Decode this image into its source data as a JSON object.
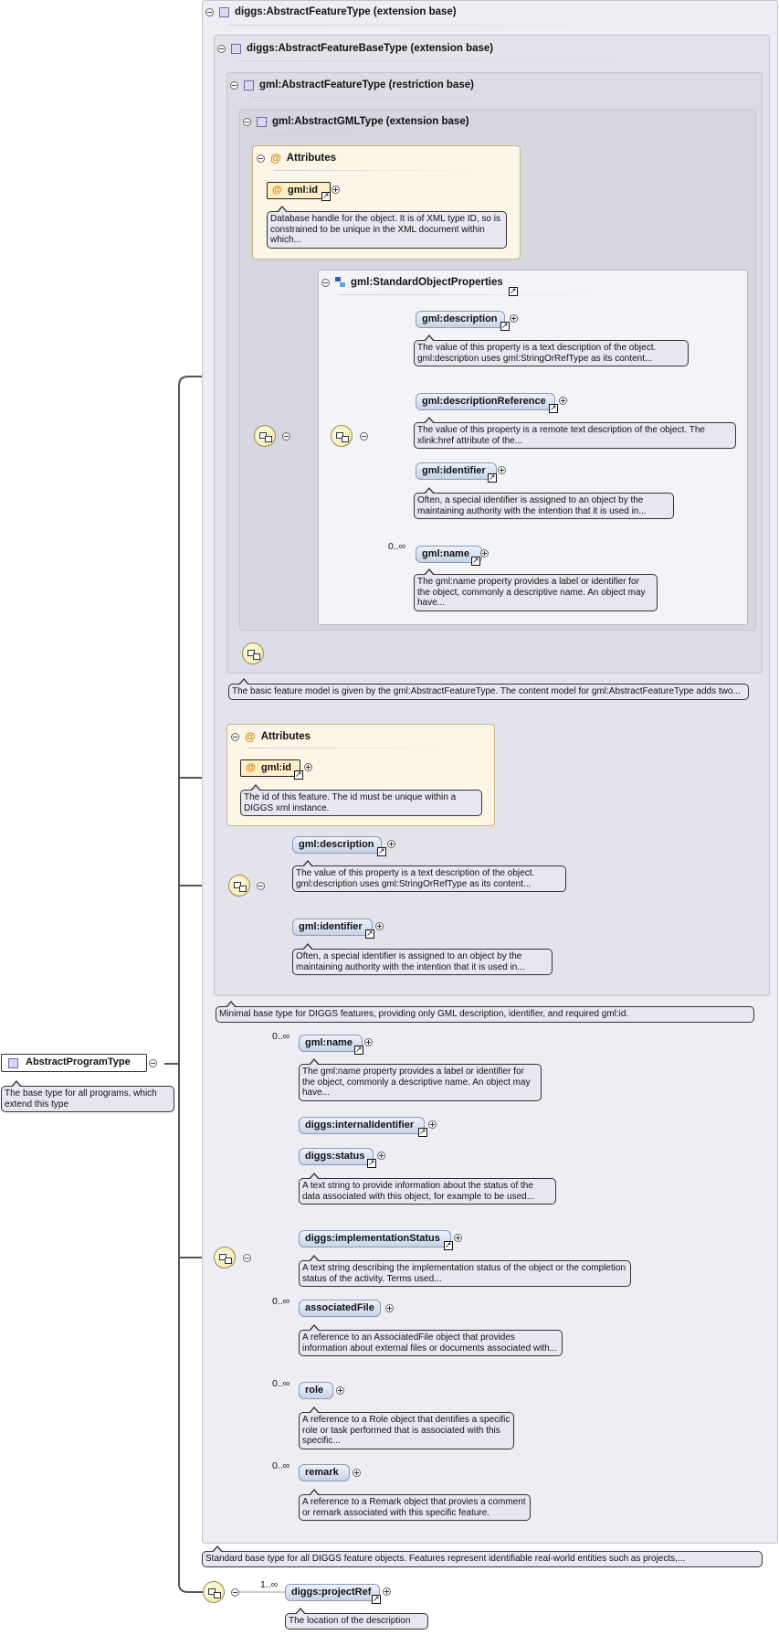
{
  "headers": {
    "feature_ext": "diggs:AbstractFeatureType (extension base)",
    "featurebase_ext": "diggs:AbstractFeatureBaseType (extension base)",
    "gmlfeature_restr": "gml:AbstractFeatureType (restriction base)",
    "gmltype_ext": "gml:AbstractGMLType (extension base)",
    "attributes": "Attributes",
    "std_props": "gml:StandardObjectProperties"
  },
  "attrs_a": {
    "id_label": "gml:id",
    "id_doc": "Database handle for the object. It is of XML type ID, so is constrained to be unique in the XML document within which..."
  },
  "std_elements": [
    {
      "label": "gml:description",
      "doc": "The value of this property is a text description of the object. gml:description uses gml:StringOrRefType as its content..."
    },
    {
      "label": "gml:descriptionReference",
      "doc": "The value of this property is a remote text description of the object. The xlink:href attribute of the..."
    },
    {
      "label": "gml:identifier",
      "doc": "Often, a special identifier is assigned to an object by the maintaining authority with the intention that it is used in..."
    },
    {
      "label": "gml:name",
      "card": "0..∞",
      "doc": "The gml:name property provides a label or identifier for the object, commonly a descriptive name. An object may have..."
    }
  ],
  "gmlfeature_doc": "The basic feature model is given by the gml:AbstractFeatureType. The content model for gml:AbstractFeatureType adds two...",
  "attrs_b": {
    "id_label": "gml:id",
    "id_doc": "The id of this feature. The id must be unique within a DIGGS xml instance."
  },
  "base_elements": [
    {
      "label": "gml:description",
      "doc": "The value of this property is a text description of the object. gml:description uses gml:StringOrRefType as its content..."
    },
    {
      "label": "gml:identifier",
      "doc": "Often, a special identifier is assigned to an object by the maintaining authority with the intention that it is used in..."
    }
  ],
  "featurebase_doc": "Minimal base type for DIGGS features, providing only GML description, identifier, and required gml:id.",
  "feature_elements": [
    {
      "label": "gml:name",
      "card": "0..∞",
      "doc": "The gml:name property provides a label or identifier for the object, commonly a descriptive name. An object may have..."
    },
    {
      "label": "diggs:internalIdentifier"
    },
    {
      "label": "diggs:status",
      "doc": "A text string to provide information about the status of the data associated with this object, for example to be used..."
    },
    {
      "label": "diggs:implementationStatus",
      "doc": "A text string describing the implementation status of the object or the completion status of the activity. Terms used..."
    },
    {
      "label": "associatedFile",
      "card": "0..∞",
      "doc": "A reference to an AssociatedFile object that provides information about external files or documents associated with..."
    },
    {
      "label": "role",
      "card": "0..∞",
      "doc": "A reference to a Role object that dentifies a specific role or task performed that is associated with this specific..."
    },
    {
      "label": "remark",
      "card": "0..∞",
      "doc": "A reference to a Remark object that provies a comment or remark associated with this specific feature."
    }
  ],
  "feature_doc": "Standard base type for all DIGGS feature objects. Features represent identifiable real-world entities such as projects,...",
  "root": {
    "label": "AbstractProgramType",
    "doc": "The base type for all programs, which extend this type"
  },
  "project_ref": {
    "label": "diggs:projectRef",
    "card": "1..∞",
    "doc": "The location of the description"
  }
}
